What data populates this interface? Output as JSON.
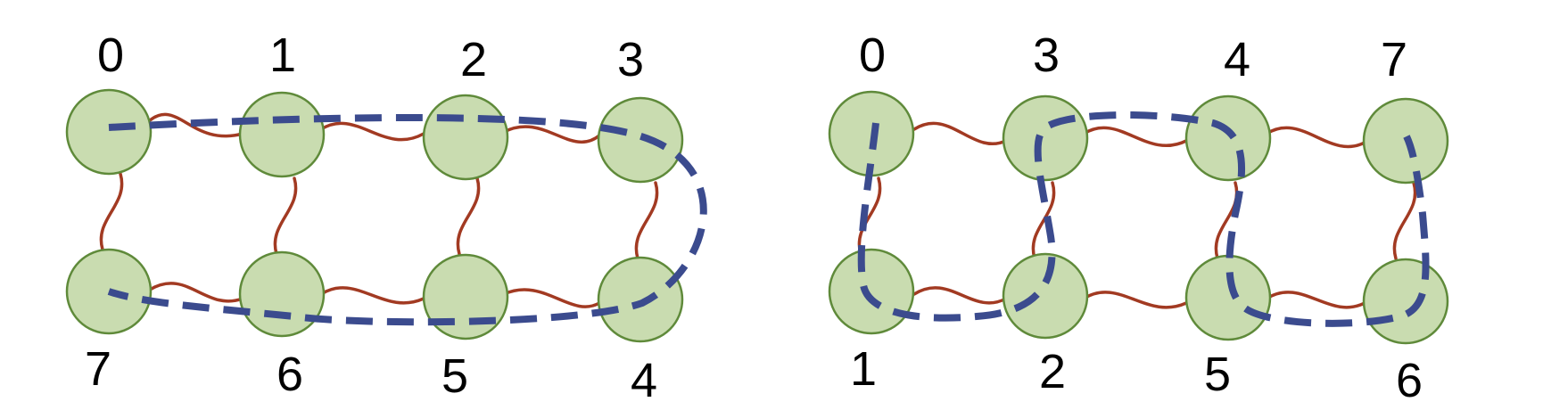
{
  "colors": {
    "node_fill": "#c9dcb0",
    "node_stroke": "#5f8a3a",
    "edge": "#a23a22",
    "path": "#3b4b8e"
  },
  "left_graph": {
    "top_labels": [
      "0",
      "1",
      "2",
      "3"
    ],
    "bottom_labels": [
      "7",
      "6",
      "5",
      "4"
    ]
  },
  "right_graph": {
    "top_labels": [
      "0",
      "3",
      "4",
      "7"
    ],
    "bottom_labels": [
      "1",
      "2",
      "5",
      "6"
    ]
  }
}
